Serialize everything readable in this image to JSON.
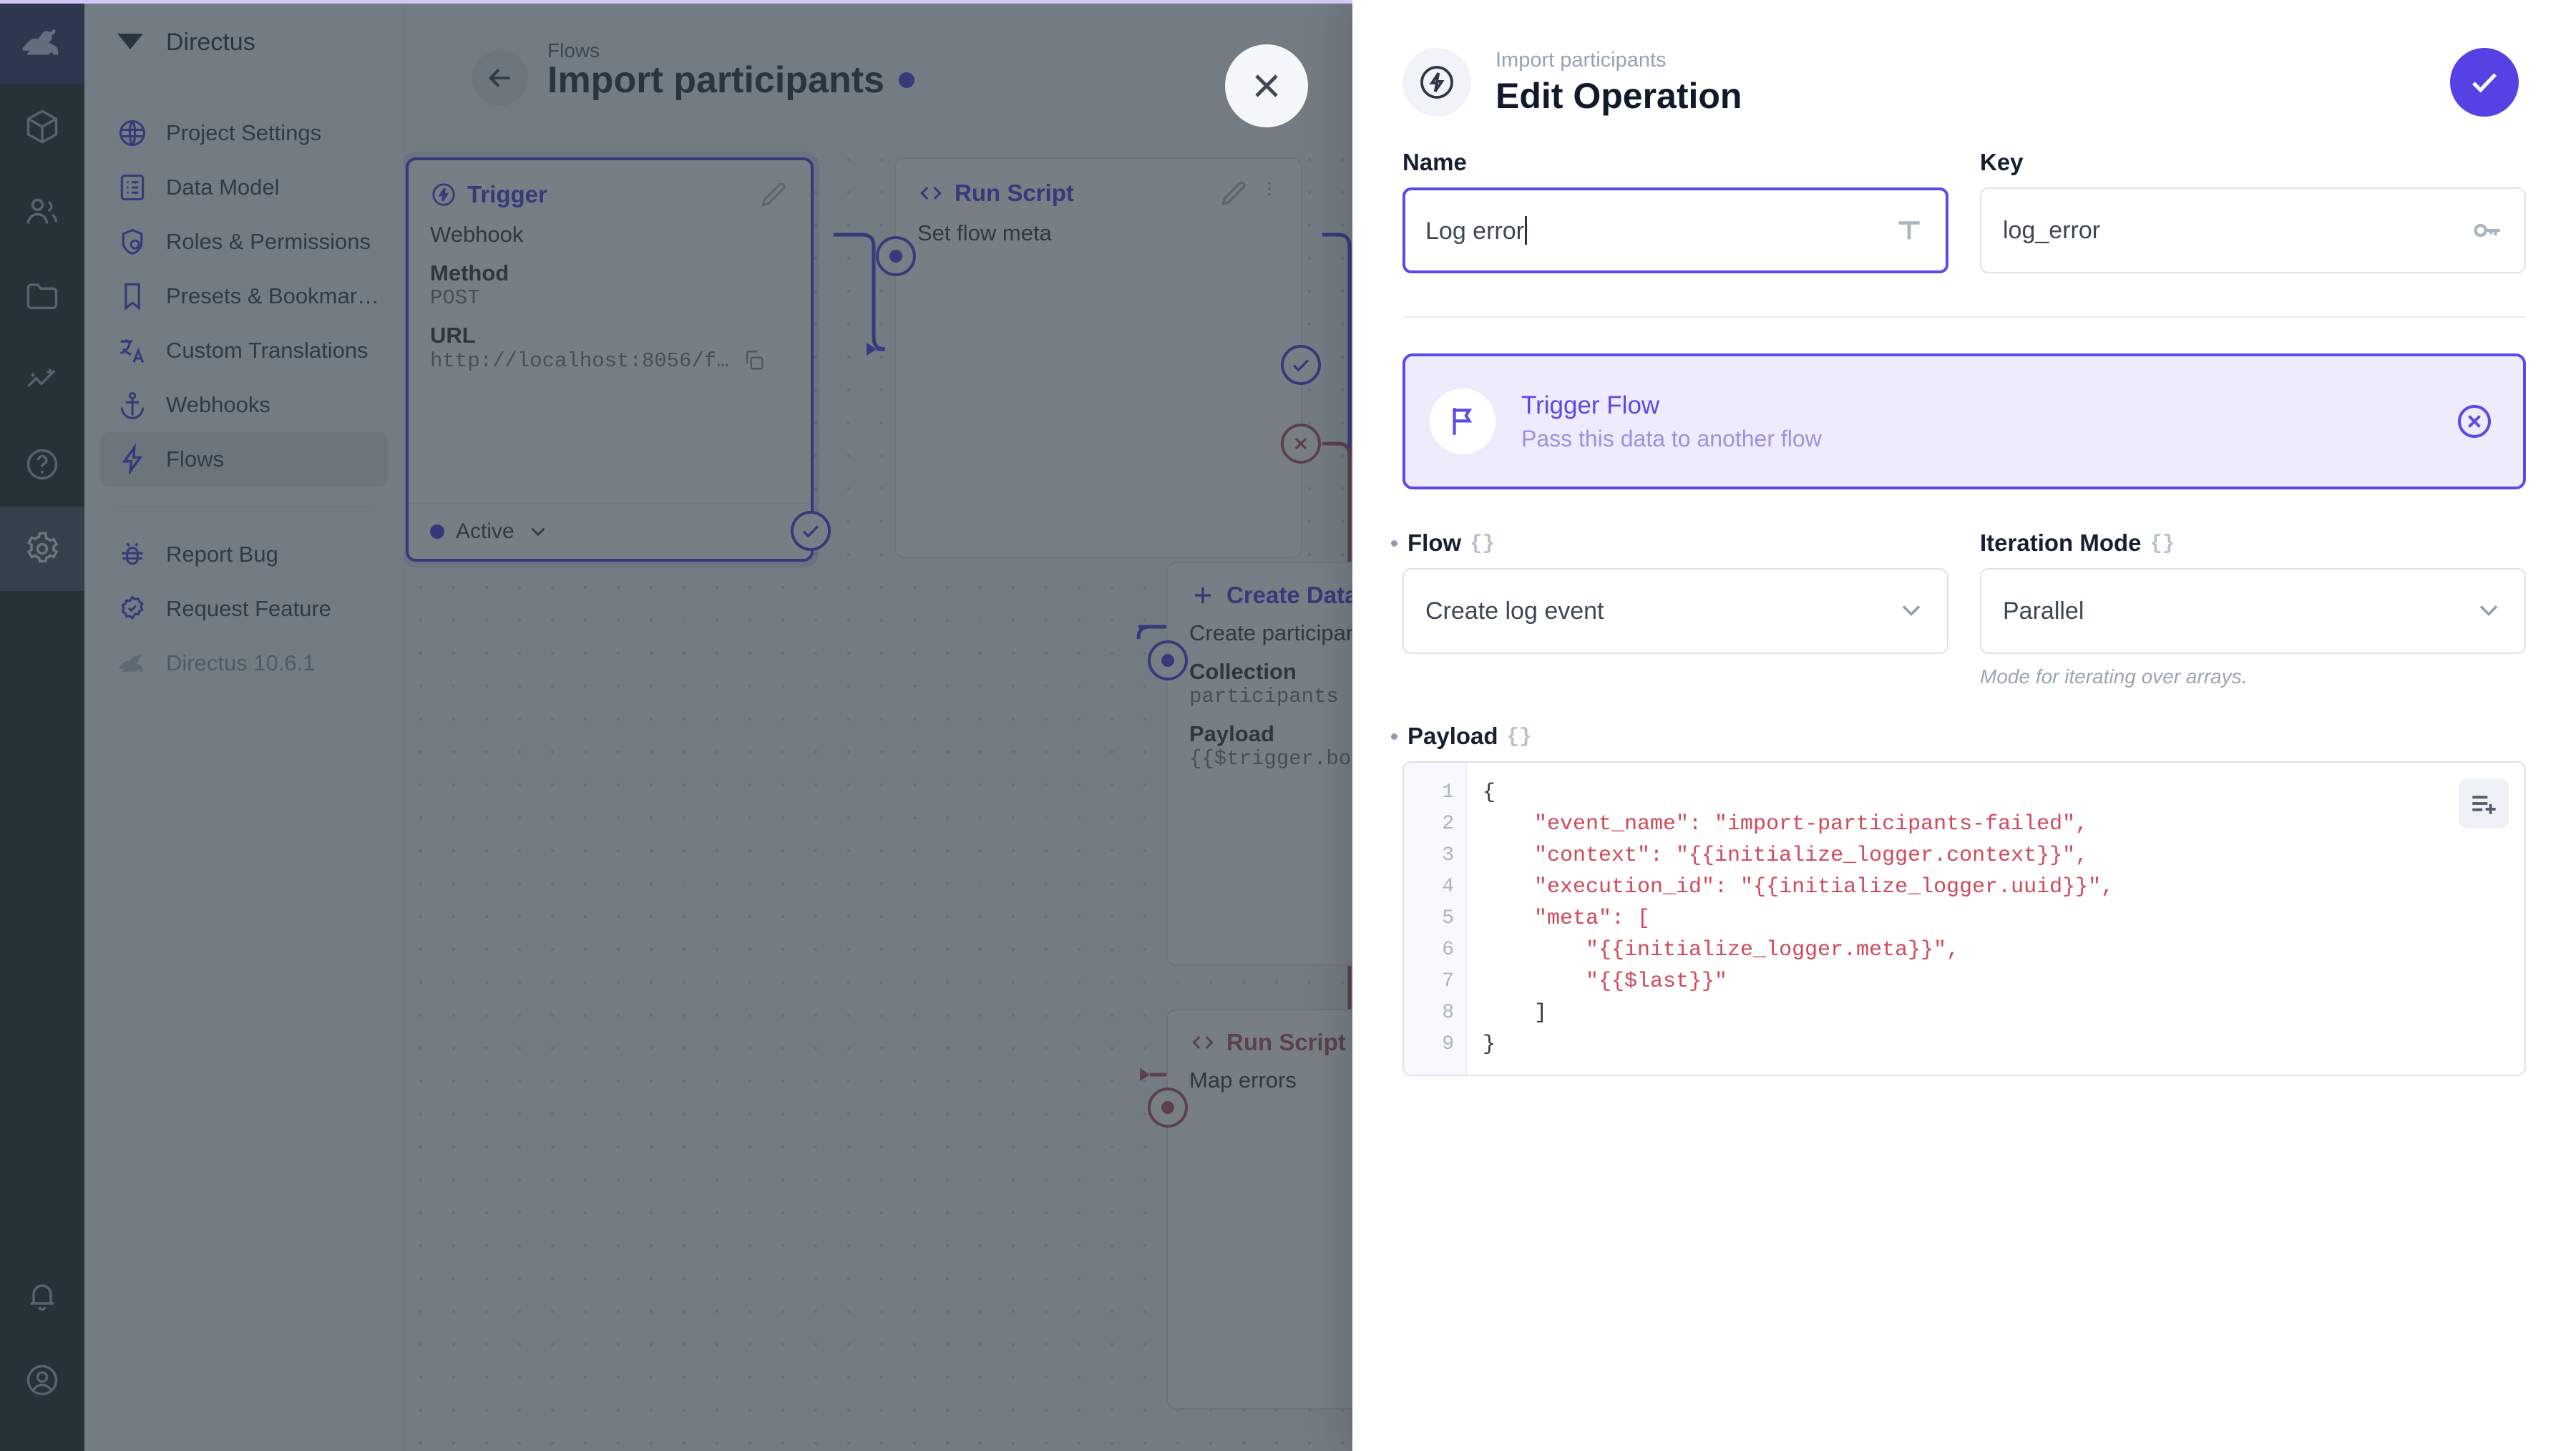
{
  "colors": {
    "accent": "#5b4ae8",
    "accent_dark": "#4f46e5",
    "module_bar": "#263238",
    "sidebar_bg": "#f0f4f9",
    "error": "#b5546f",
    "code_string": "#d1495b"
  },
  "module_bar": {
    "logo_icon": "directus-rabbit-logo-icon",
    "items": [
      {
        "icon": "box-icon",
        "name": "content"
      },
      {
        "icon": "users-icon",
        "name": "user-directory"
      },
      {
        "icon": "folder-icon",
        "name": "file-library"
      },
      {
        "icon": "insights-icon",
        "name": "insights"
      },
      {
        "icon": "help-circle-icon",
        "name": "help"
      },
      {
        "icon": "gear-icon",
        "name": "settings",
        "active": true
      }
    ],
    "bottom_items": [
      {
        "icon": "bell-icon",
        "name": "notifications"
      },
      {
        "icon": "account-circle-icon",
        "name": "user-account"
      }
    ]
  },
  "sidebar": {
    "project_name": "Directus",
    "project_icon": "directus-gem-icon",
    "items": [
      {
        "label": "Project Settings",
        "icon": "globe-icon",
        "selected": false
      },
      {
        "label": "Data Model",
        "icon": "list-alt-icon",
        "selected": false
      },
      {
        "label": "Roles & Permissions",
        "icon": "shield-account-icon",
        "selected": false
      },
      {
        "label": "Presets & Bookmar…",
        "icon": "bookmark-icon",
        "selected": false
      },
      {
        "label": "Custom Translations",
        "icon": "translate-icon",
        "selected": false
      },
      {
        "label": "Webhooks",
        "icon": "anchor-icon",
        "selected": false
      },
      {
        "label": "Flows",
        "icon": "bolt-icon",
        "selected": true
      }
    ],
    "secondary_items": [
      {
        "label": "Report Bug",
        "icon": "bug-icon"
      },
      {
        "label": "Request Feature",
        "icon": "feature-badge-icon"
      }
    ],
    "version_label": "Directus 10.6.1",
    "version_icon": "directus-rabbit-icon"
  },
  "flow_header": {
    "back_icon": "arrow-left-icon",
    "breadcrumb": "Flows",
    "title": "Import participants",
    "status_dot": "active-status-dot"
  },
  "canvas": {
    "nodes": [
      {
        "name": "trigger-node",
        "header": "Trigger",
        "header_icon": "bolt-circle-icon",
        "edit_icon": "pencil-icon",
        "subtitle": "Webhook",
        "fields": [
          {
            "label": "Method",
            "value": "POST"
          },
          {
            "label": "URL",
            "value": "http://localhost:8056/f…",
            "action_icon": "copy-icon"
          }
        ],
        "footer_label": "Active",
        "footer_chevron": "chevron-down-icon"
      },
      {
        "name": "run-script-node-1",
        "header": "Run Script",
        "header_icon": "code-brackets-icon",
        "edit_icon": "pencil-icon",
        "more_icon": "dots-vertical-icon",
        "subtitle": "Set flow meta"
      },
      {
        "name": "create-data-node",
        "header": "Create Data",
        "header_icon": "plus-icon",
        "subtitle": "Create participant",
        "fields": [
          {
            "label": "Collection",
            "value": "participants"
          },
          {
            "label": "Payload",
            "value": "{{$trigger.bod"
          }
        ]
      },
      {
        "name": "run-script-node-2",
        "header": "Run Script",
        "header_icon": "code-brackets-icon",
        "subtitle": "Map errors"
      }
    ],
    "scrollbar": "horizontal-scrollbar"
  },
  "drawer": {
    "close_icon": "close-icon",
    "header_icon": "bolt-circle-icon",
    "breadcrumb": "Import participants",
    "title": "Edit Operation",
    "save_icon": "check-icon",
    "name_field": {
      "label": "Name",
      "value": "Log error",
      "suffix_icon": "text-format-icon",
      "focused": true
    },
    "key_field": {
      "label": "Key",
      "value": "log_error",
      "suffix_icon": "key-icon"
    },
    "operation_card": {
      "icon": "flag-icon",
      "title": "Trigger Flow",
      "description": "Pass this data to another flow",
      "remove_icon": "close-circle-icon"
    },
    "flow_field": {
      "label": "Flow",
      "braces": "{}",
      "value": "Create log event",
      "chevron_icon": "chevron-down-icon",
      "required": true
    },
    "iteration_field": {
      "label": "Iteration Mode",
      "braces": "{}",
      "value": "Parallel",
      "chevron_icon": "chevron-down-icon",
      "note": "Mode for iterating over arrays.",
      "required": false
    },
    "payload_field": {
      "label": "Payload",
      "braces": "{}",
      "required": true,
      "insert_icon": "playlist-add-icon",
      "line_numbers": [
        "1",
        "2",
        "3",
        "4",
        "5",
        "6",
        "7",
        "8",
        "9"
      ],
      "lines": [
        {
          "text": "{",
          "kind": "punct"
        },
        {
          "text": "    \"event_name\": \"import-participants-failed\",",
          "kind": "string"
        },
        {
          "text": "    \"context\": \"{{initialize_logger.context}}\",",
          "kind": "string"
        },
        {
          "text": "    \"execution_id\": \"{{initialize_logger.uuid}}\",",
          "kind": "string"
        },
        {
          "text": "    \"meta\": [",
          "kind": "string"
        },
        {
          "text": "        \"{{initialize_logger.meta}}\",",
          "kind": "string"
        },
        {
          "text": "        \"{{$last}}\"",
          "kind": "string"
        },
        {
          "text": "    ]",
          "kind": "punct"
        },
        {
          "text": "}",
          "kind": "punct"
        }
      ]
    }
  }
}
